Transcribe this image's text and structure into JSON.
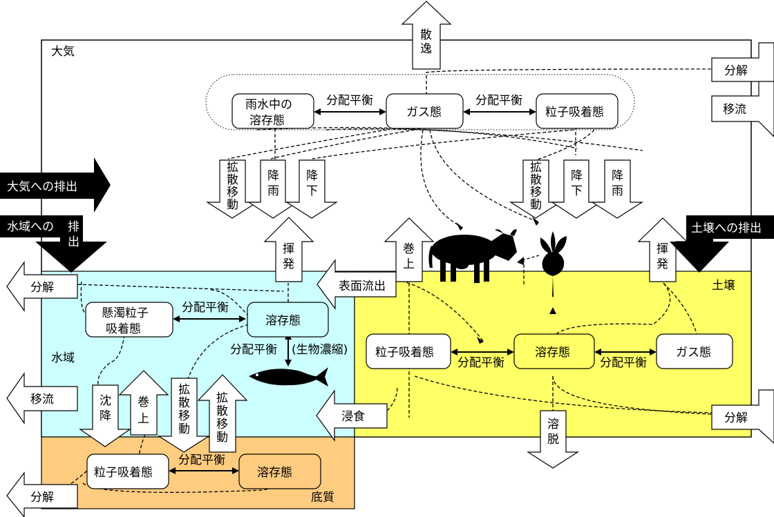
{
  "compartments": {
    "atmosphere": "大気",
    "water": "水域",
    "soil": "土壌",
    "sediment": "底質"
  },
  "atmosphere": {
    "rain_dissolved": [
      "雨水中の",
      "溶存態"
    ],
    "gas": "ガス態",
    "particle": "粒子吸着態",
    "eq_left": "分配平衡",
    "eq_right": "分配平衡"
  },
  "water": {
    "suspended": [
      "懸濁粒子",
      "吸着態"
    ],
    "dissolved": "溶存態",
    "eq": "分配平衡",
    "eq_bio": "分配平衡",
    "bioconcentration": "(生物濃縮)"
  },
  "soil": {
    "particle": "粒子吸着態",
    "dissolved": "溶存態",
    "gas": "ガス態",
    "eq_left": "分配平衡",
    "eq_right": "分配平衡"
  },
  "sediment": {
    "particle": "粒子吸着態",
    "dissolved": "溶存態",
    "eq": "分配平衡"
  },
  "arrows": {
    "volatilization_top": [
      "散",
      "逸"
    ],
    "decomp_top_right": "分解",
    "advection_right": "移流",
    "emission_air": "大気への排出",
    "emission_water": [
      "水域への",
      "排",
      "出"
    ],
    "emission_soil": "土壌への排出",
    "diffusion_left": [
      "拡",
      "散",
      "移",
      "動"
    ],
    "rain_left": [
      "降",
      "雨"
    ],
    "fall_left": [
      "降",
      "下"
    ],
    "diffusion_right": [
      "拡",
      "散",
      "移",
      "動"
    ],
    "fall_right": [
      "降",
      "下"
    ],
    "rain_right": [
      "降",
      "雨"
    ],
    "volatilize_water": [
      "揮",
      "発"
    ],
    "resuspend_soil": [
      "巻",
      "上"
    ],
    "volatilize_soil": [
      "揮",
      "発"
    ],
    "runoff": "表面流出",
    "decomp_water": "分解",
    "advection_water": "移流",
    "settling": [
      "沈",
      "降"
    ],
    "resuspend_sed": [
      "巻",
      "上"
    ],
    "diffusion_sed_down": [
      "拡",
      "散",
      "移",
      "動"
    ],
    "diffusion_sed_up": [
      "拡",
      "散",
      "移",
      "動"
    ],
    "erosion": "浸食",
    "leaching": [
      "溶",
      "脱"
    ],
    "decomp_soil": "分解",
    "decomp_sed": "分解"
  },
  "colors": {
    "water": "#ccffff",
    "soil": "#ffff66",
    "sediment": "#ffcc80",
    "emission": "#000000"
  }
}
